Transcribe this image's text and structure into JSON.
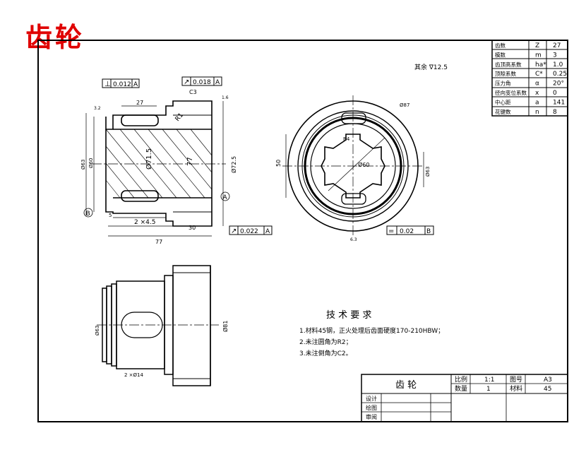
{
  "page_title": "齿轮",
  "params_table": [
    {
      "name": "齿数",
      "symbol": "Z",
      "value": "27"
    },
    {
      "name": "模数",
      "symbol": "m",
      "value": "3"
    },
    {
      "name": "齿顶高系数",
      "symbol": "ha*",
      "value": "1.0"
    },
    {
      "name": "顶隙系数",
      "symbol": "C*",
      "value": "0.25"
    },
    {
      "name": "压力角",
      "symbol": "α",
      "value": "20°"
    },
    {
      "name": "径向变位系数",
      "symbol": "x",
      "value": "0"
    },
    {
      "name": "中心距",
      "symbol": "a",
      "value": "141"
    },
    {
      "name": "花键数",
      "symbol": "n",
      "value": "8"
    }
  ],
  "surface_note": "其余 ∇12.5",
  "tolerances": {
    "perp": {
      "symbol": "⊥",
      "value": "0.012",
      "datum": "A"
    },
    "runout_top": {
      "symbol": "↗",
      "value": "0.018",
      "datum": "A"
    },
    "runout_bottom": {
      "symbol": "↗",
      "value": "0.022",
      "datum": "A"
    },
    "parallel": {
      "symbol": "=",
      "value": "0.02",
      "datum": "B"
    }
  },
  "datum_labels": {
    "a": "A",
    "b": "B"
  },
  "dims": {
    "d27": "27",
    "c3": "C3",
    "r1": "R1",
    "d71": "Ø71.5",
    "d77": "77",
    "d81": "Ø81",
    "d72": "Ø72.5",
    "d63": "Ø63",
    "d60": "Ø60",
    "groove": "2 ×4.5",
    "w30": "30",
    "w77": "77",
    "w5": "5",
    "rough16": "1.6",
    "rough32": "3.2",
    "rough63": "6.3",
    "d50": "50",
    "d60b": "Ø60",
    "r4": "R4",
    "d63b": "Ø63",
    "d87": "Ø87",
    "d81b": "Ø81",
    "d63c": "Ø63",
    "w214": "2 ×Ø14"
  },
  "tech_req": {
    "title": "技 术 要 求",
    "lines": [
      "1.材料45钢，正火处理后齿面硬度170-210HBW；",
      "2.未注圆角为R2；",
      "3.未注倒角为C2。"
    ]
  },
  "title_block": {
    "part_name": "齿  轮",
    "scale_label": "比例",
    "scale_value": "1:1",
    "drawing_no_label": "图号",
    "drawing_no_value": "A3",
    "qty_label": "数量",
    "qty_value": "1",
    "material_label": "材料",
    "material_value": "45",
    "design_label": "设计",
    "draw_label": "绘图",
    "review_label": "审阅"
  }
}
